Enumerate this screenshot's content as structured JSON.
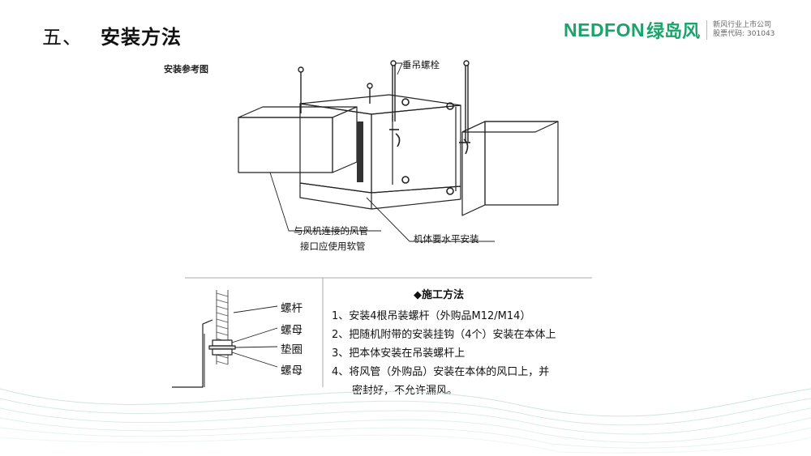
{
  "header": {
    "section_number": "五、",
    "section_title": "安装方法"
  },
  "logo": {
    "brand": "NEDFON",
    "brand_cn": "绿岛风",
    "tagline_1": "新风行业上市公司",
    "tagline_2": "股票代码: 301043",
    "color": "#1aa36b"
  },
  "diagram": {
    "title": "安装参考图",
    "callouts": {
      "hanger_bolt": "垂吊螺栓",
      "duct_line1": "与风机连接的风管",
      "duct_line2": "接口应使用软管",
      "level": "机体要水平安装"
    }
  },
  "hardware": {
    "labels": [
      "螺杆",
      "螺母",
      "垫圈",
      "螺母"
    ]
  },
  "method": {
    "heading": "◆施工方法",
    "steps": [
      "1、安装4根吊装螺杆（外购品M12/M14）",
      "2、把随机附带的安装挂钩（4个）安装在本体上",
      "3、把本体安装在吊装螺杆上",
      "4、将风管（外购品）安装在本体的风口上，并",
      "密封好，不允许漏风。"
    ]
  }
}
